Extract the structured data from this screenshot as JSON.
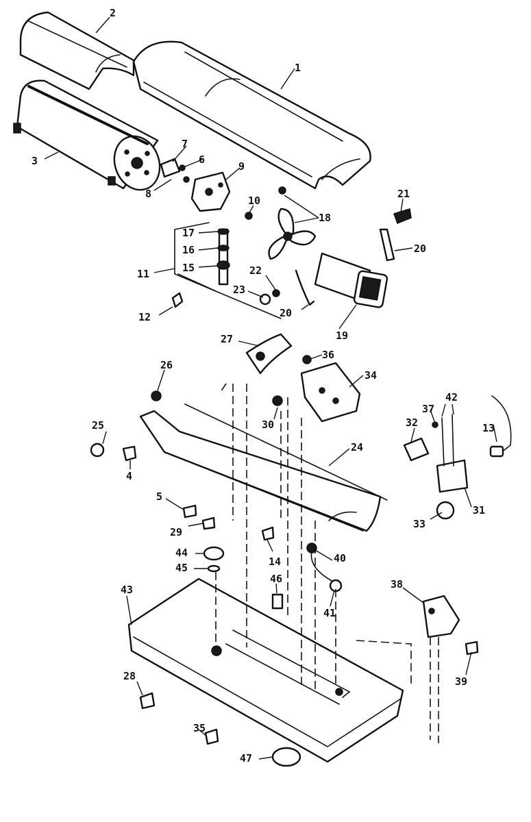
{
  "diagram": {
    "callouts": [
      {
        "label": "1"
      },
      {
        "label": "2"
      },
      {
        "label": "3"
      },
      {
        "label": "4"
      },
      {
        "label": "5"
      },
      {
        "label": "6"
      },
      {
        "label": "7"
      },
      {
        "label": "8"
      },
      {
        "label": "9"
      },
      {
        "label": "10"
      },
      {
        "label": "11"
      },
      {
        "label": "12"
      },
      {
        "label": "13"
      },
      {
        "label": "14"
      },
      {
        "label": "15"
      },
      {
        "label": "16"
      },
      {
        "label": "17"
      },
      {
        "label": "18"
      },
      {
        "label": "19"
      },
      {
        "label": "20"
      },
      {
        "label": "20"
      },
      {
        "label": "21"
      },
      {
        "label": "22"
      },
      {
        "label": "23"
      },
      {
        "label": "24"
      },
      {
        "label": "25"
      },
      {
        "label": "26"
      },
      {
        "label": "27"
      },
      {
        "label": "28"
      },
      {
        "label": "29"
      },
      {
        "label": "30"
      },
      {
        "label": "31"
      },
      {
        "label": "32"
      },
      {
        "label": "33"
      },
      {
        "label": "34"
      },
      {
        "label": "35"
      },
      {
        "label": "36"
      },
      {
        "label": "37"
      },
      {
        "label": "38"
      },
      {
        "label": "39"
      },
      {
        "label": "40"
      },
      {
        "label": "41"
      },
      {
        "label": "42"
      },
      {
        "label": "43"
      },
      {
        "label": "44"
      },
      {
        "label": "45"
      },
      {
        "label": "46"
      },
      {
        "label": "47"
      }
    ]
  }
}
